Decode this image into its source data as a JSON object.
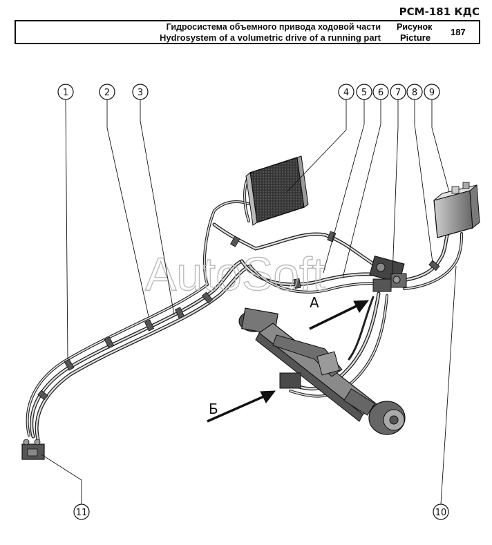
{
  "header": {
    "doc_code": "РСМ-181 КДС",
    "title_ru": "Гидросистема объемного привода ходовой части",
    "title_en": "Hydrosystem of a volumetric drive of a running part",
    "label_ru": "Рисунок",
    "label_en": "Picture",
    "picture_number": "187"
  },
  "watermark": "AutoSoft",
  "callouts": [
    "1",
    "2",
    "3",
    "4",
    "5",
    "6",
    "7",
    "8",
    "9",
    "10",
    "11"
  ],
  "views": {
    "a": "А",
    "b": "Б"
  }
}
